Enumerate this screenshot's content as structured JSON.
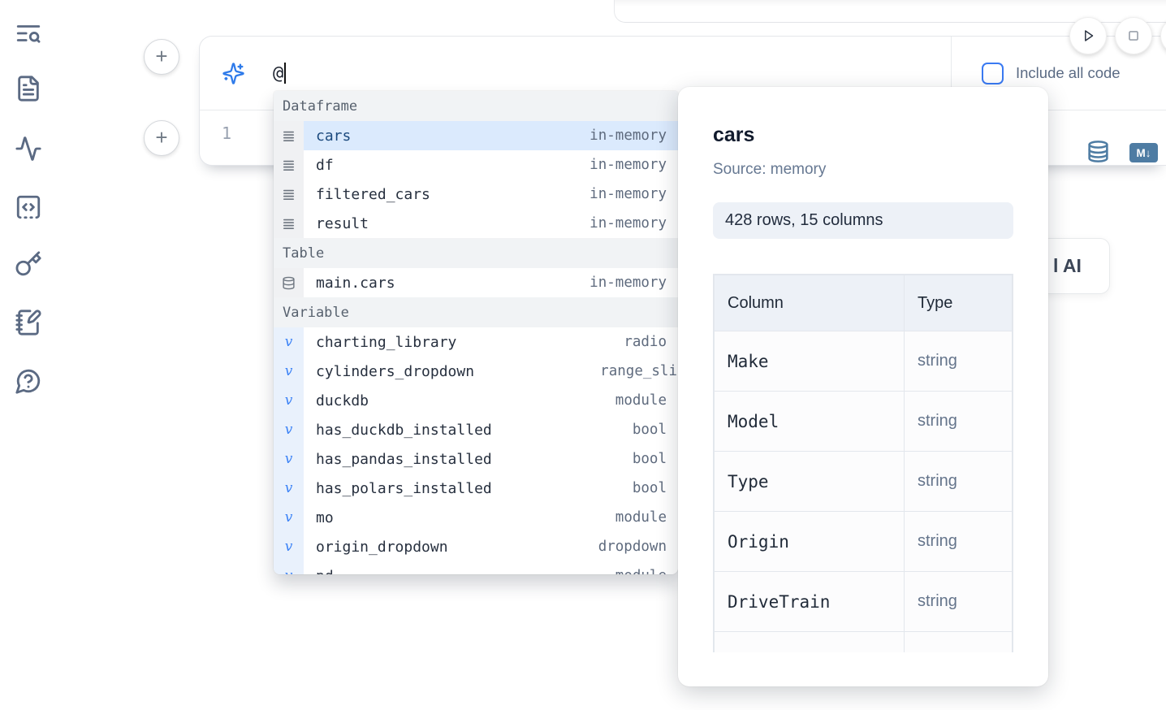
{
  "sidebar": {
    "icons": [
      {
        "name": "text-search-icon"
      },
      {
        "name": "file-document-icon"
      },
      {
        "name": "activity-icon"
      },
      {
        "name": "scratchpad-code-icon"
      },
      {
        "name": "key-icon"
      },
      {
        "name": "notebook-pen-icon"
      },
      {
        "name": "help-chat-icon"
      }
    ]
  },
  "cell": {
    "prompt_value": "@",
    "include_all_code_label": "Include all code",
    "line_number": "1",
    "markdown_badge": "M↓"
  },
  "autocomplete": {
    "sections": [
      {
        "label": "Dataframe",
        "items": [
          {
            "name": "cars",
            "type": "in-memory",
            "icon": "rows",
            "selected": true
          },
          {
            "name": "df",
            "type": "in-memory",
            "icon": "rows"
          },
          {
            "name": "filtered_cars",
            "type": "in-memory",
            "icon": "rows"
          },
          {
            "name": "result",
            "type": "in-memory",
            "icon": "rows"
          }
        ]
      },
      {
        "label": "Table",
        "items": [
          {
            "name": "main.cars",
            "type": "in-memory",
            "icon": "database"
          }
        ]
      },
      {
        "label": "Variable",
        "items": [
          {
            "name": "charting_library",
            "type": "radio",
            "icon": "variable"
          },
          {
            "name": "cylinders_dropdown",
            "type": "range_sli",
            "icon": "variable",
            "truncated": true
          },
          {
            "name": "duckdb",
            "type": "module",
            "icon": "variable"
          },
          {
            "name": "has_duckdb_installed",
            "type": "bool",
            "icon": "variable"
          },
          {
            "name": "has_pandas_installed",
            "type": "bool",
            "icon": "variable"
          },
          {
            "name": "has_polars_installed",
            "type": "bool",
            "icon": "variable"
          },
          {
            "name": "mo",
            "type": "module",
            "icon": "variable"
          },
          {
            "name": "origin_dropdown",
            "type": "dropdown",
            "icon": "variable"
          },
          {
            "name": "pd",
            "type": "module",
            "icon": "variable"
          }
        ]
      }
    ]
  },
  "popup": {
    "title": "cars",
    "source": "Source: memory",
    "summary": "428 rows, 15 columns",
    "table": {
      "headers": [
        "Column",
        "Type"
      ],
      "rows": [
        [
          "Make",
          "string"
        ],
        [
          "Model",
          "string"
        ],
        [
          "Type",
          "string"
        ],
        [
          "Origin",
          "string"
        ],
        [
          "DriveTrain",
          "string"
        ],
        [
          "",
          ""
        ]
      ]
    }
  },
  "fragment": {
    "ai_label": "l AI"
  }
}
